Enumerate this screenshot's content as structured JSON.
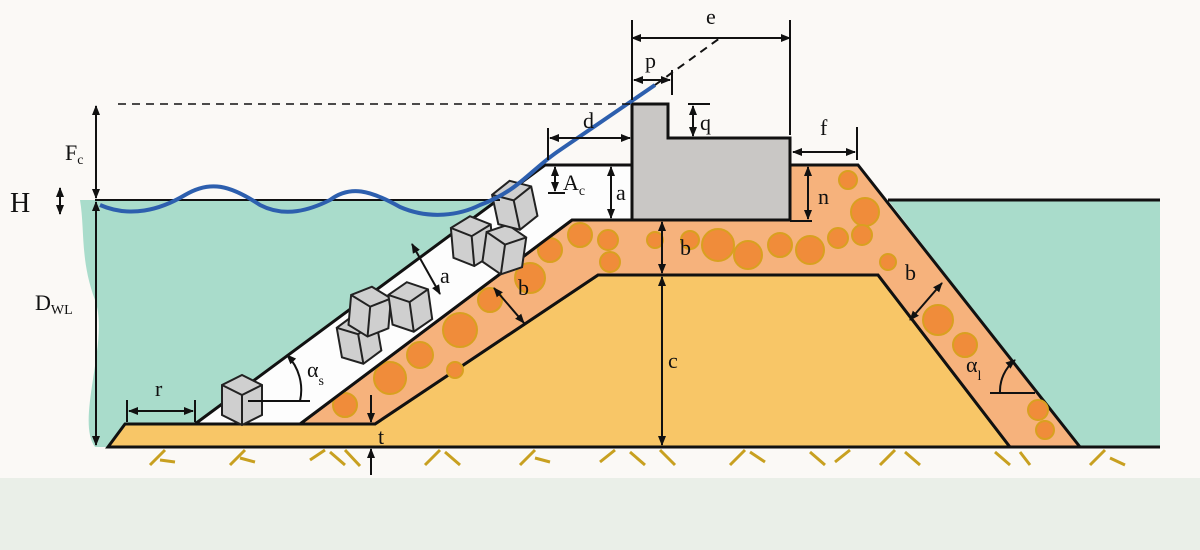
{
  "title": "Rubble-mound breakwater cross-section with crown wall",
  "labels": {
    "e": "e",
    "p": "p",
    "q": "q",
    "d": "d",
    "f": "f",
    "Fc": "F",
    "Fc_sub": "c",
    "H": "H",
    "Ac": "A",
    "Ac_sub": "c",
    "a": "a",
    "n": "n",
    "b": "b",
    "c": "c",
    "DWL": "D",
    "DWL_sub": "WL",
    "r": "r",
    "alpha_s": "α",
    "alpha_s_sub": "s",
    "alpha_l": "α",
    "alpha_l_sub": "l",
    "t": "t"
  },
  "colors": {
    "water": "#a9dccb",
    "wave": "#2d5fae",
    "core": "#f8c667",
    "underlayer": "#f6b27c",
    "stones": "#f08c3a",
    "crown_wall": "#c9c7c5",
    "ground_hatch": "#c8a020",
    "armour_unit": "#cfcfcf"
  }
}
